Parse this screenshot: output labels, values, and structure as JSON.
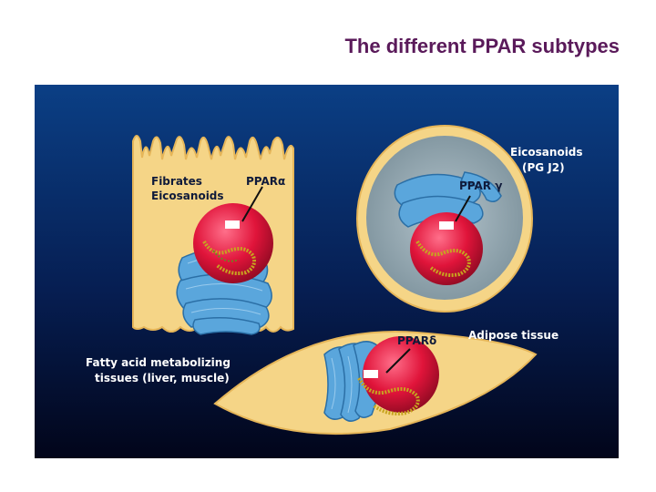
{
  "title": "The different PPAR subtypes",
  "cells": {
    "alpha": {
      "ligand_line1": "Fibrates",
      "ligand_line2": "Eicosanoids",
      "receptor": "PPARα"
    },
    "gamma": {
      "ligand_line1": "Eicosanoids",
      "ligand_line2": "(PG J2)",
      "receptor": "PPAR γ"
    },
    "delta": {
      "receptor": "PPARδ",
      "tissue": "Adipose tissue",
      "note_line1": "Fatty acid metabolizing",
      "note_line2": "tissues (liver, muscle)"
    }
  },
  "colors": {
    "background_top": "#0b3f85",
    "background_bottom": "#02051a",
    "cytoplasm": "#f5d587",
    "nucleus": "#e0143a",
    "golgi": "#5aa6dc",
    "title": "#5a1a5a"
  }
}
